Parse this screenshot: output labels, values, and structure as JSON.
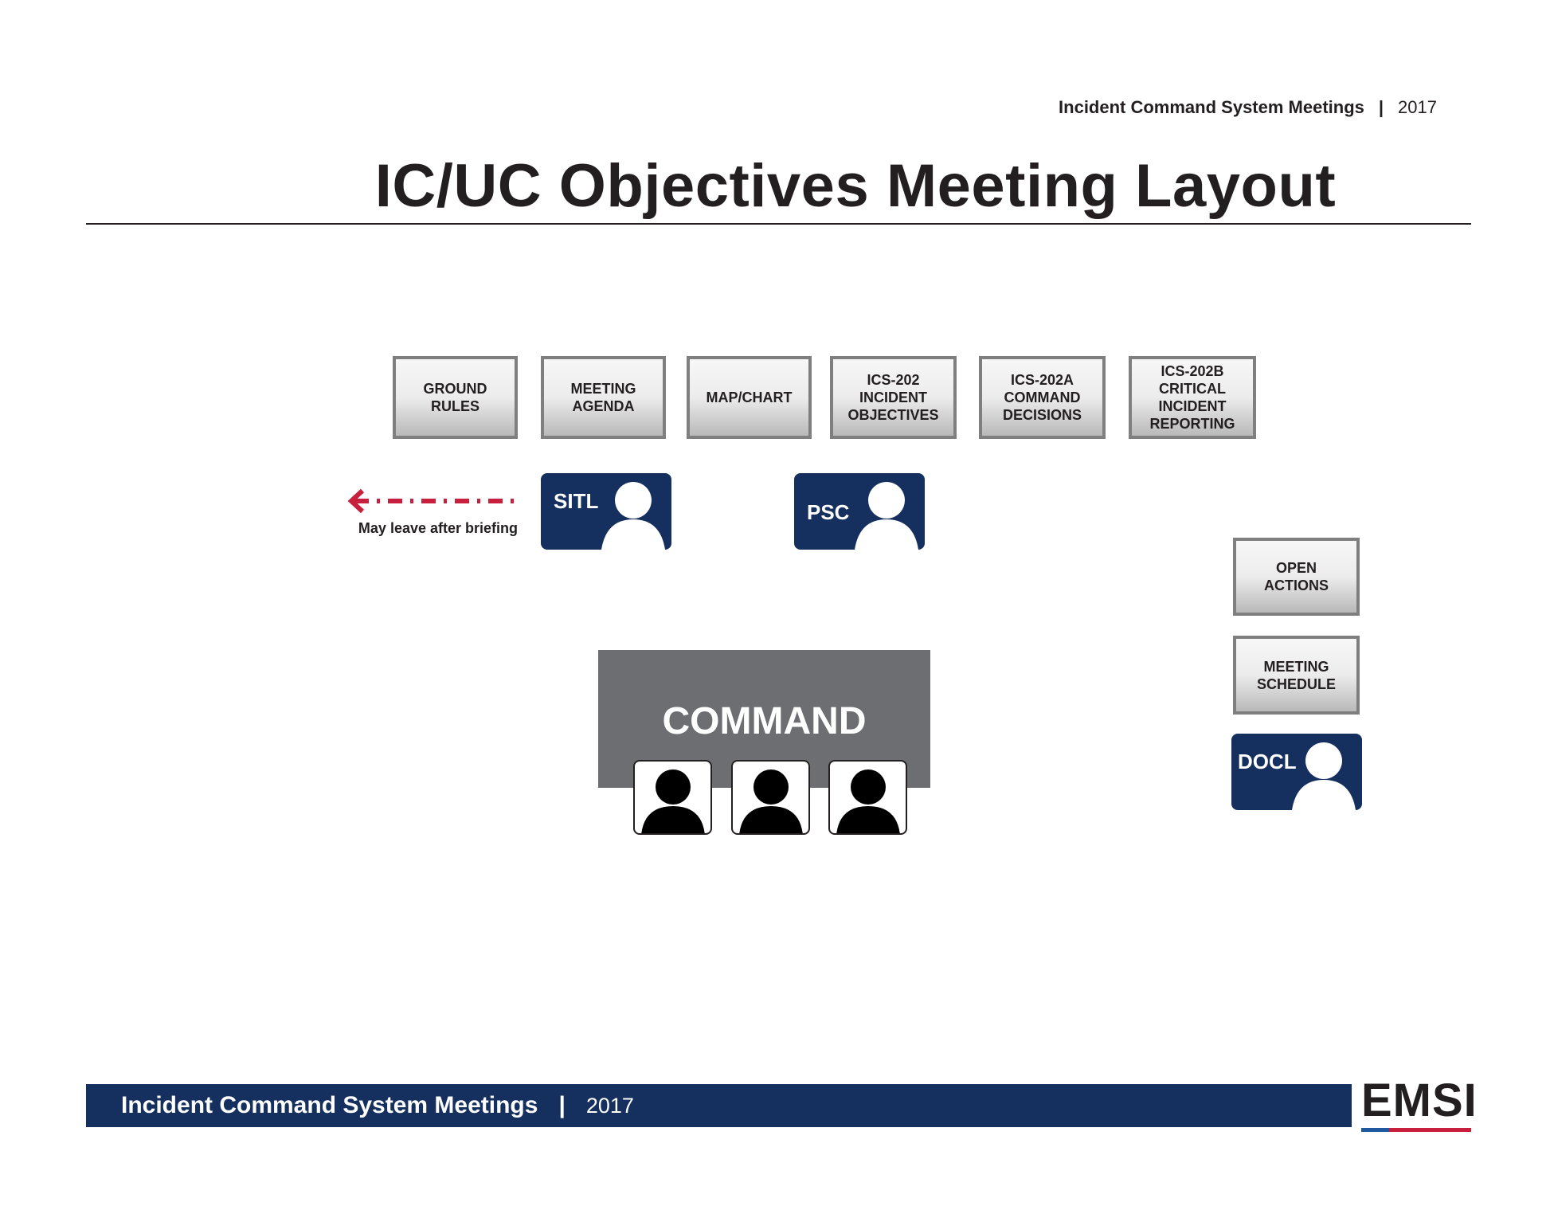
{
  "header": {
    "series": "Incident Command System Meetings",
    "separator": "|",
    "year": "2017"
  },
  "title": "IC/UC Objectives Meeting Layout",
  "top_cards": [
    {
      "label": "GROUND\nRULES"
    },
    {
      "label": "MEETING\nAGENDA"
    },
    {
      "label": "MAP/CHART"
    },
    {
      "label": "ICS-202\nINCIDENT\nOBJECTIVES"
    },
    {
      "label": "ICS-202A\nCOMMAND\nDECISIONS"
    },
    {
      "label": "ICS-202B\nCRITICAL\nINCIDENT\nREPORTING"
    }
  ],
  "side_cards": [
    {
      "label": "OPEN\nACTIONS"
    },
    {
      "label": "MEETING\nSCHEDULE"
    }
  ],
  "roles": {
    "sitl": "SITL",
    "psc": "PSC",
    "docl": "DOCL"
  },
  "leave_note": "May leave after briefing",
  "command": {
    "label": "COMMAND"
  },
  "footer": {
    "series": "Incident Command System Meetings",
    "separator": "|",
    "year": "2017"
  },
  "logo": {
    "text": "EMSI"
  },
  "colors": {
    "navy": "#15305f",
    "red": "#c8203c",
    "gray": "#6d6e71"
  }
}
